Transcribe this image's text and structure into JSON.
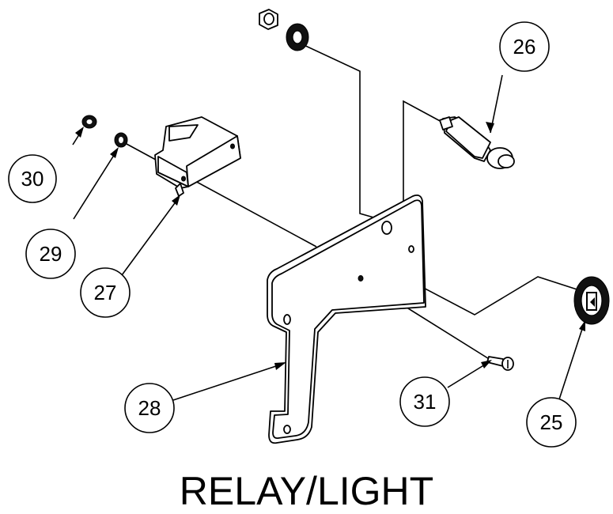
{
  "title": "RELAY/LIGHT",
  "callouts": {
    "c25": "25",
    "c26": "26",
    "c27": "27",
    "c28": "28",
    "c29": "29",
    "c30": "30",
    "c31": "31"
  }
}
